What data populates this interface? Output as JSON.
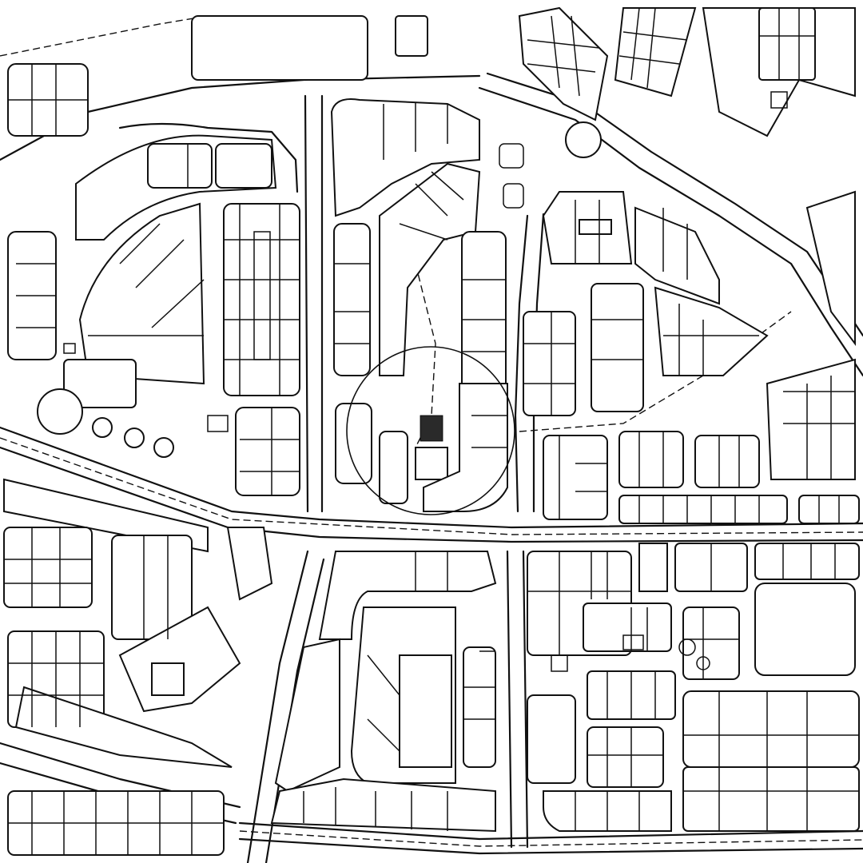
{
  "map": {
    "style": "black-and-white line street map",
    "colors": {
      "background": "#ffffff",
      "linework": "#111111",
      "marker": "#2a2a2a"
    },
    "features": [
      "road-network",
      "city-blocks",
      "railway",
      "focus-circle",
      "site-marker"
    ]
  }
}
